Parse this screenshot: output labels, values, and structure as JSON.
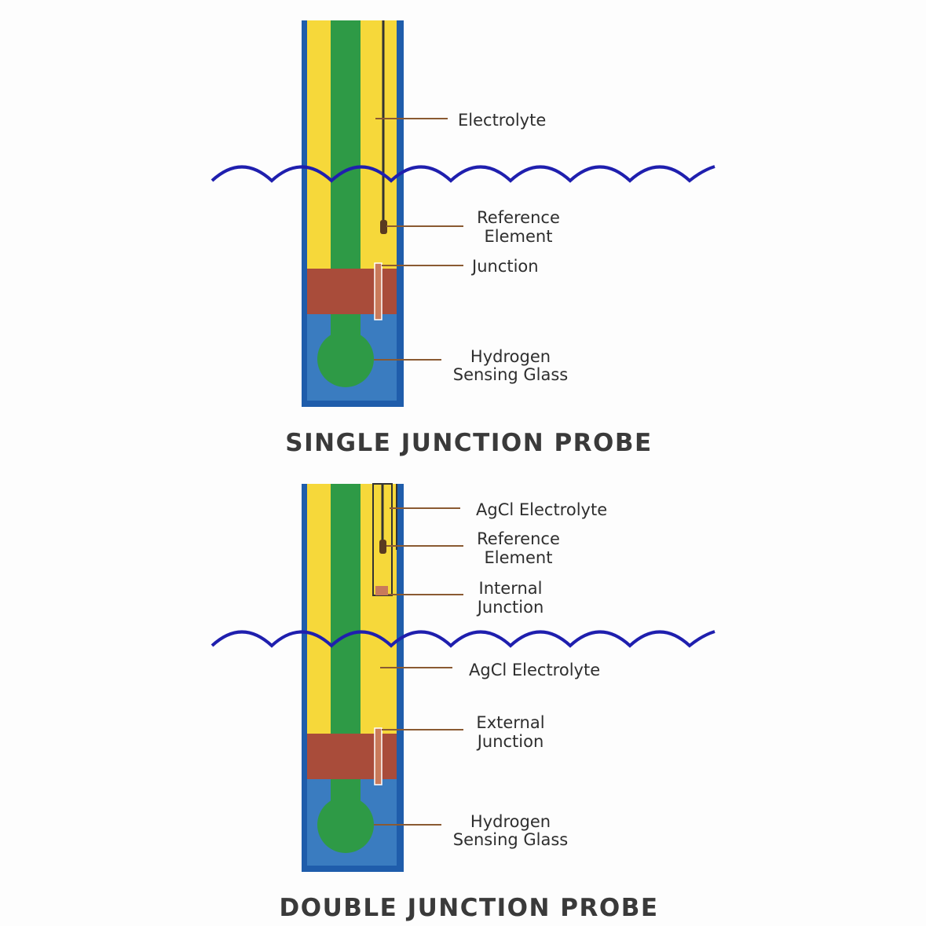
{
  "single_probe": {
    "title": "SINGLE JUNCTION PROBE",
    "labels": {
      "electrolyte": "Electrolyte",
      "reference_element_1": "Reference",
      "reference_element_2": "Element",
      "junction": "Junction",
      "hydrogen_glass_1": "Hydrogen",
      "hydrogen_glass_2": "Sensing Glass"
    }
  },
  "double_probe": {
    "title": "DOUBLE JUNCTION PROBE",
    "labels": {
      "agcl_electrolyte_inner": "AgCl Electrolyte",
      "reference_element_1": "Reference",
      "reference_element_2": "Element",
      "internal_junction_1": "Internal",
      "internal_junction_2": "Junction",
      "agcl_electrolyte_outer": "AgCl Electrolyte",
      "external_junction_1": "External",
      "external_junction_2": "Junction",
      "hydrogen_glass_1": "Hydrogen",
      "hydrogen_glass_2": "Sensing Glass"
    }
  },
  "colors": {
    "casing": "#1f5dab",
    "electrolyte": "#f6d83a",
    "glass_stem": "#2e9a46",
    "junction_block": "#a94c3a",
    "water_line": "#1f1fae",
    "leader_line": "#8a5a32"
  }
}
